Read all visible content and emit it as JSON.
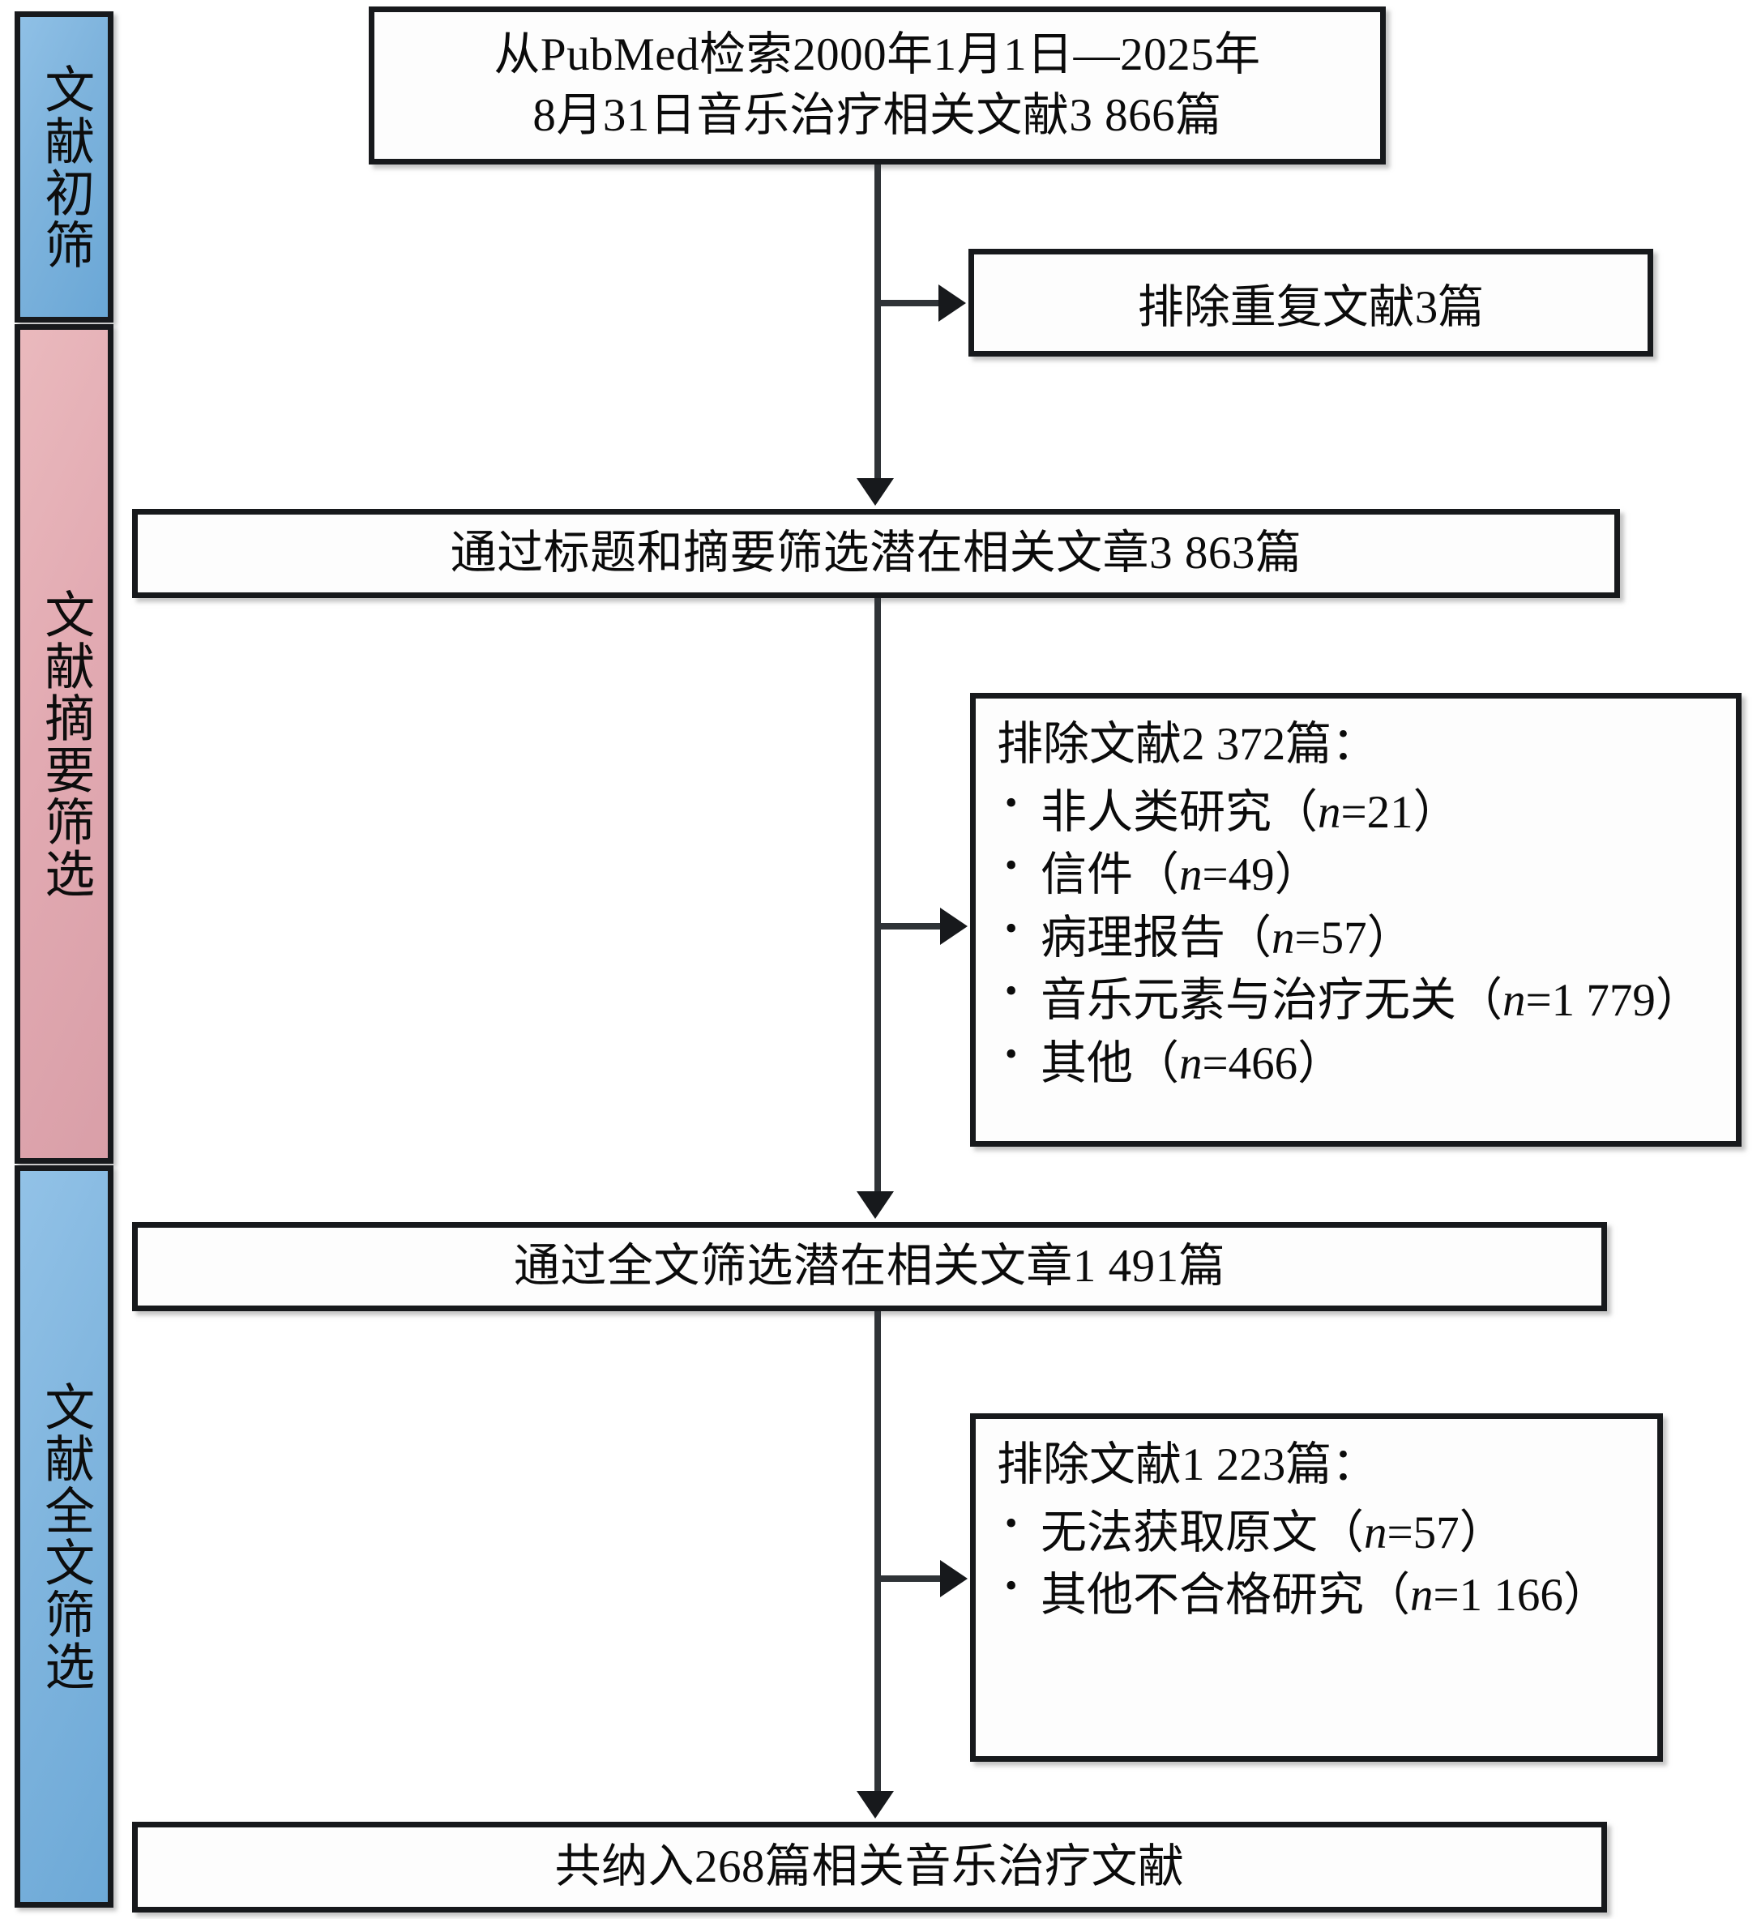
{
  "diagram": {
    "title_semantic": "literature-screening-flowchart",
    "stages": [
      {
        "id": "initial-screening",
        "label": "文献初筛",
        "color": "#7fb4dd"
      },
      {
        "id": "abstract-screening",
        "label": "文献摘要筛选",
        "color": "#e2aab2"
      },
      {
        "id": "fulltext-screening",
        "label": "文献全文筛选",
        "color": "#80b5de"
      }
    ],
    "flow_boxes": [
      {
        "id": "records-identified",
        "line1": "从PubMed检索2000年1月1日—2025年",
        "line2": "8月31日音乐治疗相关文献3 866篇"
      },
      {
        "id": "title-abstract-screened",
        "text": "通过标题和摘要筛选潜在相关文章3 863篇"
      },
      {
        "id": "fulltext-screened",
        "text": "通过全文筛选潜在相关文章1 491篇"
      },
      {
        "id": "studies-included",
        "text": "共纳入268篇相关音乐治疗文献"
      }
    ],
    "exclusion_boxes": [
      {
        "id": "duplicates-removed",
        "title": "排除重复文献3篇",
        "items": []
      },
      {
        "id": "abstract-exclusions",
        "title": "排除文献2 372篇：",
        "items": [
          {
            "label": "非人类研究（",
            "stat": "n",
            "value": "=21）"
          },
          {
            "label": "信件（",
            "stat": "n",
            "value": "=49）"
          },
          {
            "label": "病理报告（",
            "stat": "n",
            "value": "=57）"
          },
          {
            "label": "音乐元素与治疗无关（",
            "stat": "n",
            "value": "=1 779）"
          },
          {
            "label": "其他（",
            "stat": "n",
            "value": "=466）"
          }
        ]
      },
      {
        "id": "fulltext-exclusions",
        "title": "排除文献1 223篇：",
        "items": [
          {
            "label": "无法获取原文（",
            "stat": "n",
            "value": "=57）"
          },
          {
            "label": "其他不合格研究（",
            "stat": "n",
            "value": "=1 166）"
          }
        ]
      }
    ],
    "colors": {
      "stage_blue": "#7fb4dd",
      "stage_pink": "#e2aab2",
      "box_border": "#17191c",
      "box_fill": "#fdfdfd",
      "connector": "#2f3337"
    }
  }
}
